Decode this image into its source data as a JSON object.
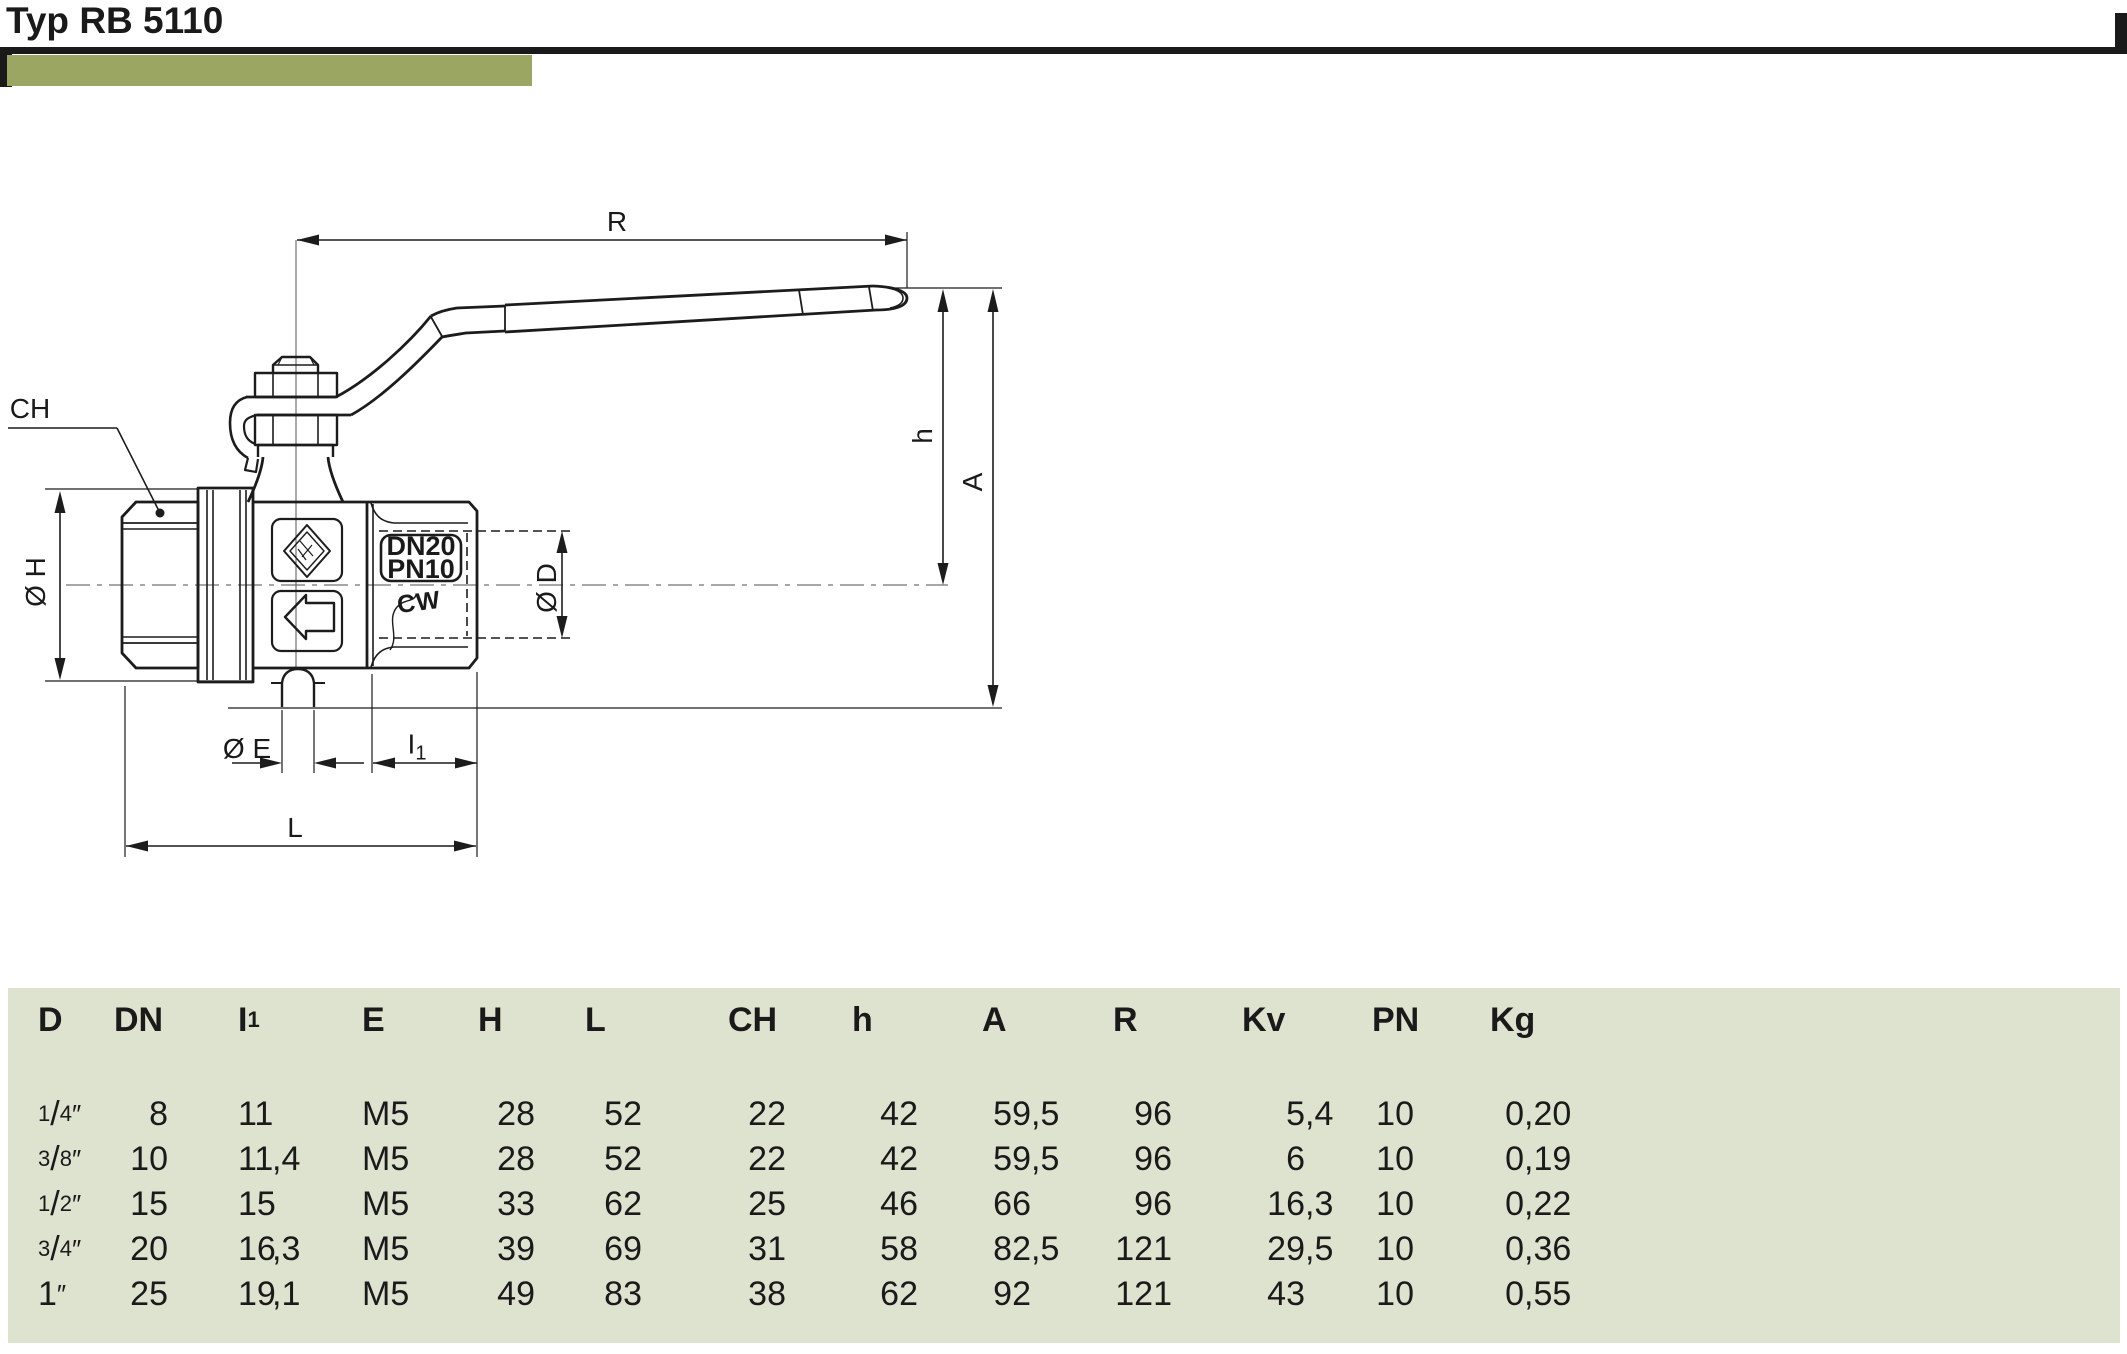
{
  "page": {
    "title": "Typ RB 5110"
  },
  "colors": {
    "olive": "#9aa662",
    "table_bg": "#dde3cf",
    "ink": "#1a1a1a"
  },
  "drawing": {
    "dim_labels": {
      "r": "R",
      "ch": "CH",
      "oh": "Ø H",
      "od": "Ø D",
      "oe": "Ø E",
      "i1_main": "I",
      "i1_sub": "1",
      "l": "L",
      "h": "h",
      "a": "A"
    },
    "valve_markings": {
      "line1": "DN20",
      "line2": "PN10",
      "cast": "CW"
    }
  },
  "table": {
    "headers": [
      "D",
      "DN",
      "I₁",
      "E",
      "H",
      "L",
      "CH",
      "h",
      "A",
      "R",
      "Kv",
      "PN",
      "Kg"
    ],
    "rows": [
      [
        "1/4″",
        "8",
        "11",
        "M5",
        "28",
        "52",
        "22",
        "42",
        "59,5",
        "96",
        "5,4",
        "10",
        "0,20"
      ],
      [
        "3/8″",
        "10",
        "11,4",
        "M5",
        "28",
        "52",
        "22",
        "42",
        "59,5",
        "96",
        "6",
        "10",
        "0,19"
      ],
      [
        "1/2″",
        "15",
        "15",
        "M5",
        "33",
        "62",
        "25",
        "46",
        "66",
        "96",
        "16,3",
        "10",
        "0,22"
      ],
      [
        "3/4″",
        "20",
        "16,3",
        "M5",
        "39",
        "69",
        "31",
        "58",
        "82,5",
        "121",
        "29,5",
        "10",
        "0,36"
      ],
      [
        "1″",
        "25",
        "19,1",
        "M5",
        "49",
        "83",
        "38",
        "62",
        "92",
        "121",
        "43",
        "10",
        "0,55"
      ]
    ]
  }
}
